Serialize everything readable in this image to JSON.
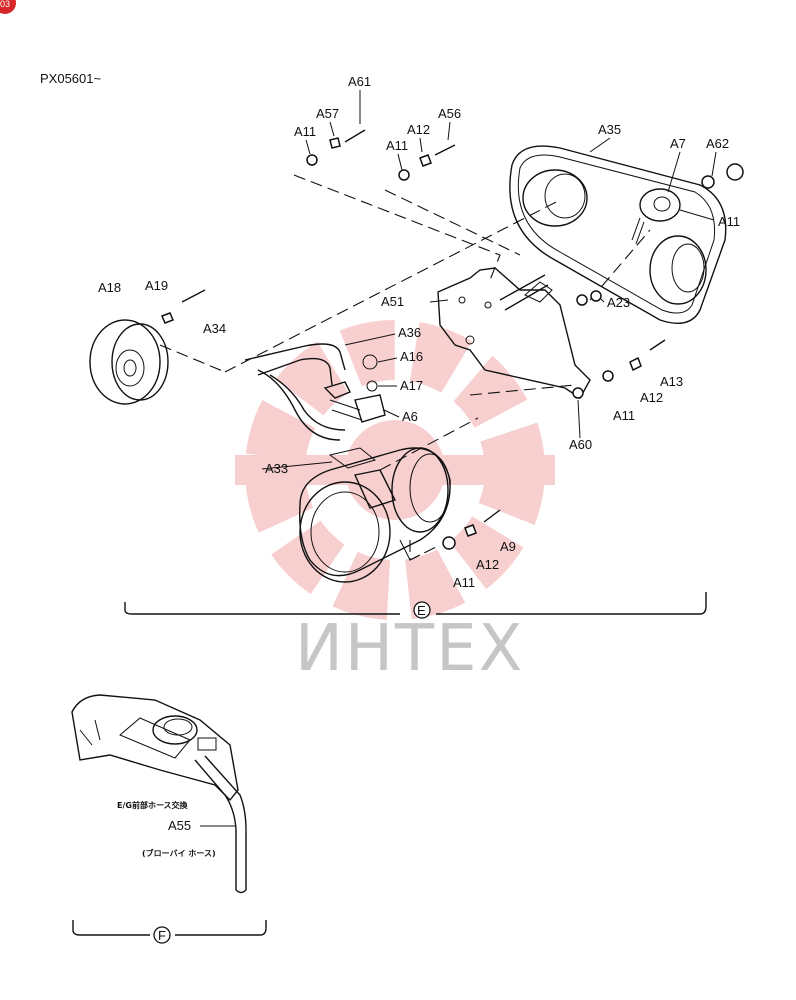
{
  "header": {
    "serial": "PX05601~"
  },
  "page_corner_badge": "03",
  "watermark": {
    "text": "ИНТЕХ",
    "color": "#e85555"
  },
  "section_e": {
    "marker": "E",
    "labels": [
      "A61",
      "A57",
      "A11",
      "A12",
      "A56",
      "A11",
      "A35",
      "A7",
      "A62",
      "A11",
      "A18",
      "A19",
      "A34",
      "A51",
      "A23",
      "A36",
      "A16",
      "A17",
      "A6",
      "A13",
      "A12",
      "A11",
      "A60",
      "A33",
      "A9",
      "A12",
      "A11"
    ]
  },
  "section_f": {
    "marker": "F",
    "part": "A55",
    "note_top": "E/G前部ホース交換",
    "note_bottom": "(ブローバイ ホース)"
  }
}
